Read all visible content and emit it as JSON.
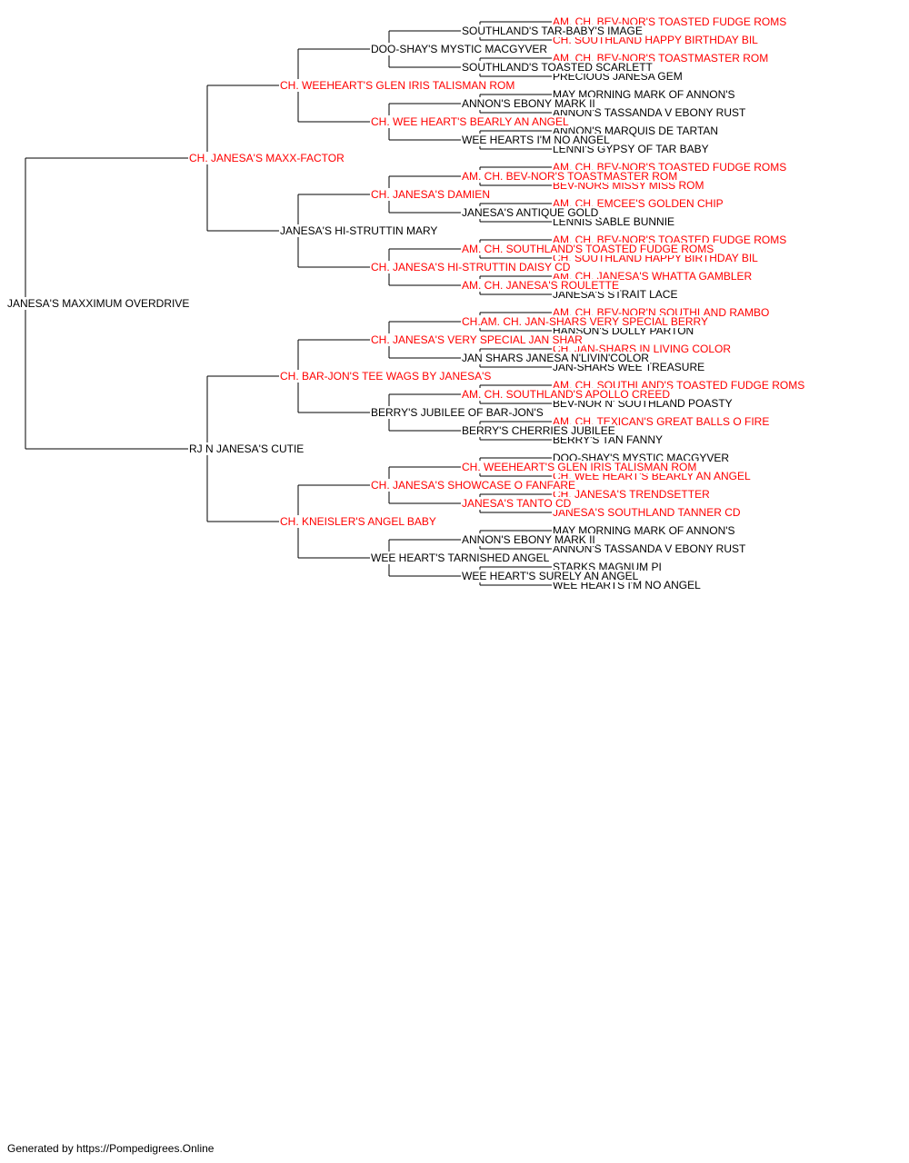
{
  "colors": {
    "champion": "#ff0000",
    "regular": "#000000",
    "connector": "#000000",
    "background": "#ffffff"
  },
  "pedigree": {
    "name": "JANESA'S MAXXIMUM OVERDRIVE",
    "champion": false,
    "sire": {
      "name": "CH. JANESA'S MAXX-FACTOR",
      "champion": true,
      "sire": {
        "name": "CH. WEEHEART'S GLEN IRIS TALISMAN ROM",
        "champion": true,
        "sire": {
          "name": "DOO-SHAY'S MYSTIC MACGYVER",
          "champion": false,
          "sire": {
            "name": "SOUTHLAND'S TAR-BABY'S IMAGE",
            "champion": false,
            "sire": {
              "name": "AM. CH. BEV-NOR'S TOASTED FUDGE ROMS",
              "champion": true
            },
            "dam": {
              "name": "CH. SOUTHLAND HAPPY BIRTHDAY BIL",
              "champion": true
            }
          },
          "dam": {
            "name": "SOUTHLAND'S TOASTED SCARLETT",
            "champion": false,
            "sire": {
              "name": "AM. CH. BEV-NOR'S TOASTMASTER ROM",
              "champion": true
            },
            "dam": {
              "name": "PRECIOUS JANESA GEM",
              "champion": false
            }
          }
        },
        "dam": {
          "name": "CH. WEE HEART'S BEARLY AN ANGEL",
          "champion": true,
          "sire": {
            "name": "ANNON'S EBONY MARK II",
            "champion": false,
            "sire": {
              "name": "MAY MORNING MARK OF ANNON'S",
              "champion": false
            },
            "dam": {
              "name": "ANNON'S TASSANDA V EBONY RUST",
              "champion": false
            }
          },
          "dam": {
            "name": "WEE HEARTS I'M NO ANGEL",
            "champion": false,
            "sire": {
              "name": "ANNON'S MARQUIS DE TARTAN",
              "champion": false
            },
            "dam": {
              "name": "LENNI'S GYPSY OF TAR BABY",
              "champion": false
            }
          }
        }
      },
      "dam": {
        "name": "JANESA'S HI-STRUTTIN MARY",
        "champion": false,
        "sire": {
          "name": "CH. JANESA'S DAMIEN",
          "champion": true,
          "sire": {
            "name": "AM. CH. BEV-NOR'S TOASTMASTER ROM",
            "champion": true,
            "sire": {
              "name": "AM. CH. BEV-NOR'S TOASTED FUDGE ROMS",
              "champion": true
            },
            "dam": {
              "name": "BEV-NORS MISSY MISS ROM",
              "champion": true
            }
          },
          "dam": {
            "name": "JANESA'S ANTIQUE GOLD",
            "champion": false,
            "sire": {
              "name": "AM. CH. EMCEE'S GOLDEN CHIP",
              "champion": true
            },
            "dam": {
              "name": "LENNIS SABLE BUNNIE",
              "champion": false
            }
          }
        },
        "dam": {
          "name": "CH. JANESA'S HI-STRUTTIN DAISY CD",
          "champion": true,
          "sire": {
            "name": "AM. CH. SOUTHLAND'S TOASTED FUDGE ROMS",
            "champion": true,
            "sire": {
              "name": "AM. CH. BEV-NOR'S TOASTED FUDGE ROMS",
              "champion": true
            },
            "dam": {
              "name": "CH. SOUTHLAND HAPPY BIRTHDAY BIL",
              "champion": true
            }
          },
          "dam": {
            "name": "AM. CH. JANESA'S ROULETTE",
            "champion": true,
            "sire": {
              "name": "AM. CH. JANESA'S WHATTA GAMBLER",
              "champion": true
            },
            "dam": {
              "name": "JANESA'S STRAIT LACE",
              "champion": false
            }
          }
        }
      }
    },
    "dam": {
      "name": "RJ N JANESA'S CUTIE",
      "champion": false,
      "sire": {
        "name": "CH. BAR-JON'S TEE WAGS BY JANESA'S",
        "champion": true,
        "sire": {
          "name": "CH. JANESA'S VERY SPECIAL JAN SHAR",
          "champion": true,
          "sire": {
            "name": "CH.AM. CH. JAN-SHARS VERY SPECIAL BERRY",
            "champion": true,
            "sire": {
              "name": "AM. CH. BEV-NOR'N SOUTHLAND RAMBO",
              "champion": true
            },
            "dam": {
              "name": "HANSON'S DOLLY PARTON",
              "champion": false
            }
          },
          "dam": {
            "name": "JAN SHARS JANESA N'LIVIN'COLOR",
            "champion": false,
            "sire": {
              "name": "CH. JAN-SHARS IN LIVING COLOR",
              "champion": true
            },
            "dam": {
              "name": "JAN-SHARS WEE TREASURE",
              "champion": false
            }
          }
        },
        "dam": {
          "name": "BERRY'S JUBILEE OF BAR-JON'S",
          "champion": false,
          "sire": {
            "name": "AM. CH. SOUTHLAND'S APOLLO CREED",
            "champion": true,
            "sire": {
              "name": "AM. CH. SOUTHLAND'S TOASTED FUDGE ROMS",
              "champion": true
            },
            "dam": {
              "name": "BEV-NOR N' SOUTHLAND POASTY",
              "champion": false
            }
          },
          "dam": {
            "name": "BERRY'S CHERRIES JUBILEE",
            "champion": false,
            "sire": {
              "name": "AM. CH. TEXICAN'S GREAT BALLS O FIRE",
              "champion": true
            },
            "dam": {
              "name": "BERRY'S TAN FANNY",
              "champion": false
            }
          }
        }
      },
      "dam": {
        "name": "CH. KNEISLER'S ANGEL BABY",
        "champion": true,
        "sire": {
          "name": "CH. JANESA'S SHOWCASE O FANFARE",
          "champion": true,
          "sire": {
            "name": "CH. WEEHEART'S GLEN IRIS TALISMAN ROM",
            "champion": true,
            "sire": {
              "name": "DOO-SHAY'S MYSTIC MACGYVER",
              "champion": false
            },
            "dam": {
              "name": "CH. WEE HEART'S BEARLY AN ANGEL",
              "champion": true
            }
          },
          "dam": {
            "name": "JANESA'S TANTO CD",
            "champion": true,
            "sire": {
              "name": "CH. JANESA'S TRENDSETTER",
              "champion": true
            },
            "dam": {
              "name": "JANESA'S SOUTHLAND TANNER CD",
              "champion": true
            }
          }
        },
        "dam": {
          "name": "WEE HEART'S TARNISHED ANGEL",
          "champion": false,
          "sire": {
            "name": "ANNON'S EBONY MARK II",
            "champion": false,
            "sire": {
              "name": "MAY MORNING MARK OF ANNON'S",
              "champion": false
            },
            "dam": {
              "name": "ANNON'S TASSANDA V EBONY RUST",
              "champion": false
            }
          },
          "dam": {
            "name": "WEE HEART'S SURELY AN ANGEL",
            "champion": false,
            "sire": {
              "name": "STARKS MAGNUM PI",
              "champion": false
            },
            "dam": {
              "name": "WEE HEARTS I'M NO ANGEL",
              "champion": false
            }
          }
        }
      }
    }
  },
  "footer": "Generated by https://Pompedigrees.Online"
}
